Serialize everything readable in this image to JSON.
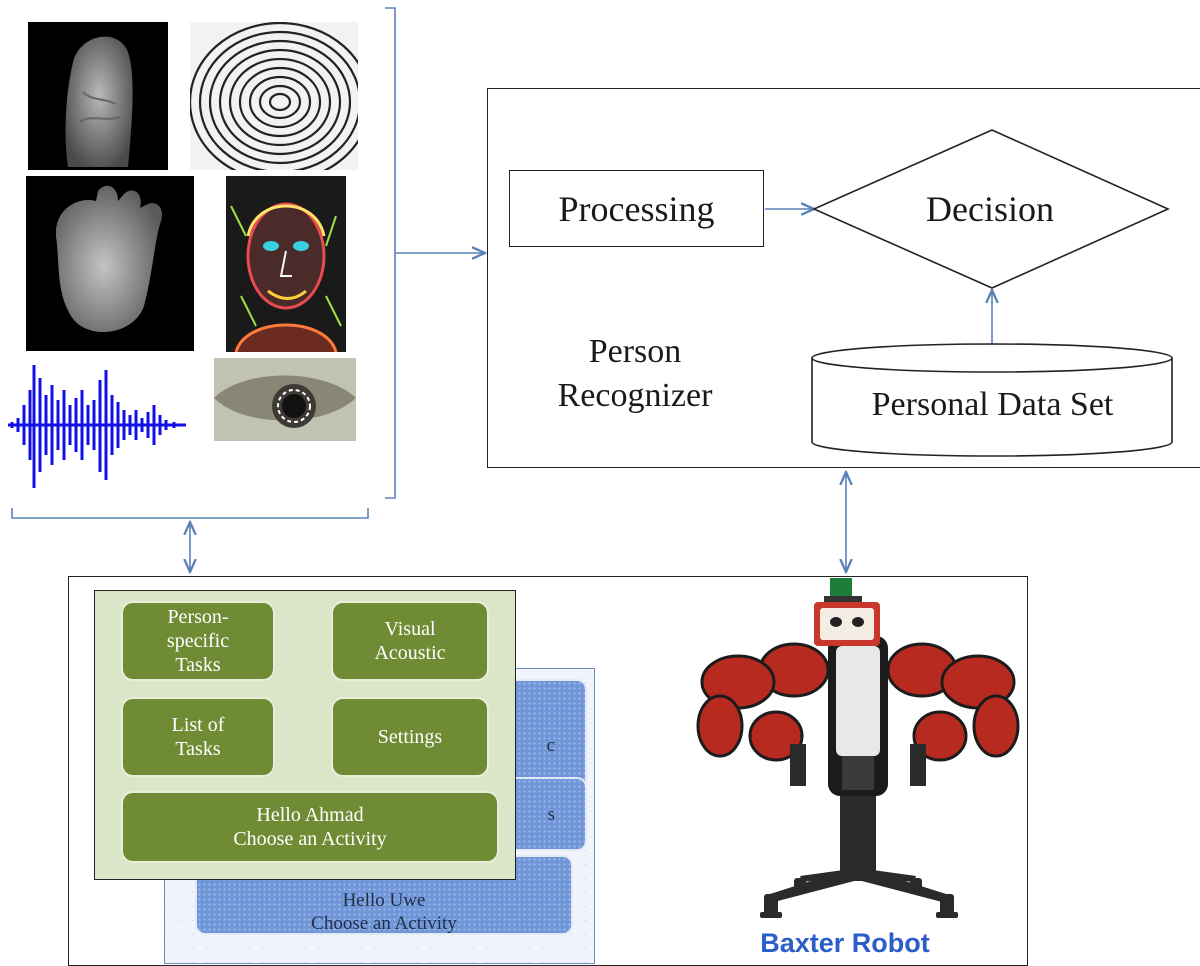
{
  "recognizer": {
    "processing_label": "Processing",
    "decision_label": "Decision",
    "dataset_label": "Personal Data Set",
    "title_line1": "Person",
    "title_line2": "Recognizer"
  },
  "green_ui": {
    "btn_person_tasks": [
      "Person-",
      "specific",
      "Tasks"
    ],
    "btn_visual_acoustic": [
      "Visual",
      "Acoustic"
    ],
    "btn_list_tasks": [
      "List of",
      "Tasks"
    ],
    "btn_settings": "Settings",
    "greeting": [
      "Hello Ahmad",
      "Choose an Activity"
    ]
  },
  "blue_ui": {
    "btn_partial_1": "c",
    "btn_partial_2": "s",
    "greeting": [
      "Hello Uwe",
      "Choose an Activity"
    ]
  },
  "robot": {
    "caption": "Baxter Robot",
    "caption_color": "#2b5ec9"
  },
  "colors": {
    "green_button": "#6f8c35",
    "green_panel": "#dbe5c8",
    "blue_button": "#6f96d8",
    "arrow": "#5b82b8"
  }
}
